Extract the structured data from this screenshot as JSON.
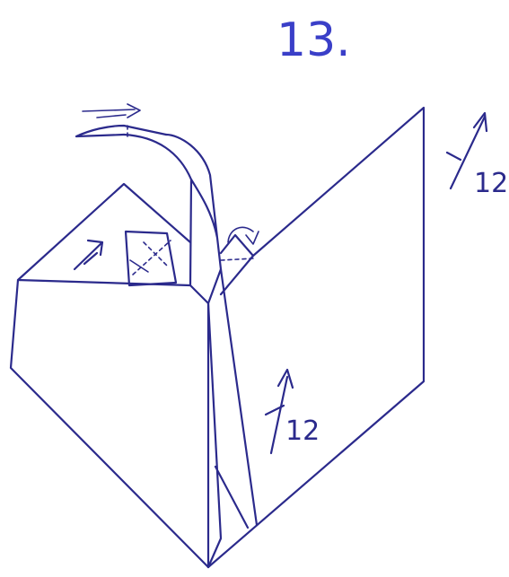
{
  "step": {
    "number_label": "13."
  },
  "annotations": {
    "repeat_top_right": "12",
    "repeat_center": "12"
  },
  "colors": {
    "ink": "#2b2a8c",
    "step_number": "#3a3fc8",
    "background": "#ffffff"
  },
  "icons": {
    "fold_arrow": "curved-fold-arrow",
    "rotate_arrow": "rotate-arrow",
    "repeat_arrow": "repeat-arrow"
  }
}
